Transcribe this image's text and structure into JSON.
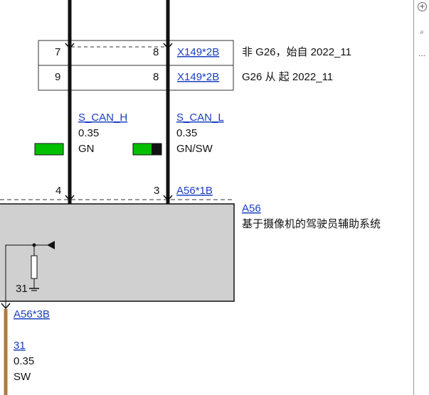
{
  "diagram": {
    "connector_x149": {
      "row1": {
        "pin_left": "7",
        "pin_right": "8",
        "ref": "X149*2B",
        "note": "非 G26，始自 2022_11"
      },
      "row2": {
        "pin_left": "9",
        "pin_right": "8",
        "ref": "X149*2B",
        "note": "G26 从 起 2022_11"
      }
    },
    "wires": {
      "can_high": {
        "signal": "S_CAN_H",
        "gauge": "0.35",
        "color": "GN",
        "swatch": "#00c000"
      },
      "can_low": {
        "signal": "S_CAN_L",
        "gauge": "0.35",
        "color": "GN/SW",
        "swatch": "#00c000",
        "stripe": "#111111"
      }
    },
    "connector_a56_1b": {
      "pin_left": "4",
      "pin_right": "3",
      "ref": "A56*1B"
    },
    "module": {
      "ref": "A56",
      "name": "基于摄像机的驾驶员辅助系统",
      "ground_pin": "31"
    },
    "connector_a56_3b": {
      "ref": "A56*3B"
    },
    "ground_wire": {
      "signal": "31",
      "gauge": "0.35",
      "color": "SW",
      "wire_color": "#b07a3e"
    }
  },
  "toolbar": [
    {
      "name": "zoom-in-icon",
      "glyph": "+"
    },
    {
      "name": "search-page-icon",
      "glyph": "⌕"
    },
    {
      "name": "more-icon",
      "glyph": "…"
    }
  ]
}
